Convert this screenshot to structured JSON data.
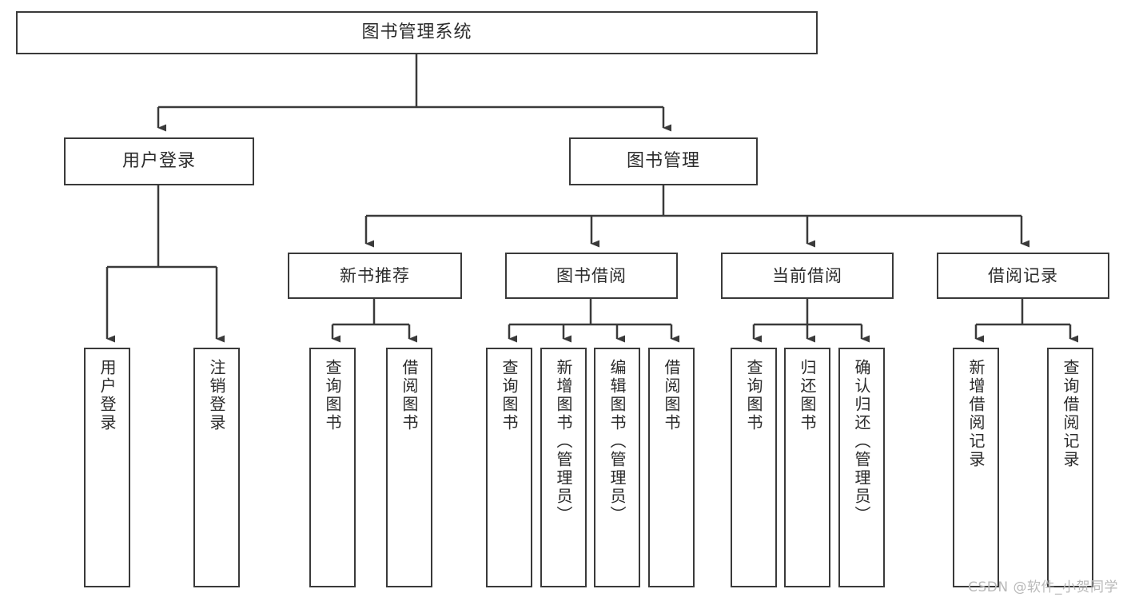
{
  "diagram": {
    "title": "图书管理系统",
    "type": "tree",
    "root": {
      "id": "root",
      "label": "图书管理系统"
    },
    "level2": [
      {
        "id": "user-login",
        "label": "用户登录"
      },
      {
        "id": "book-management",
        "label": "图书管理"
      }
    ],
    "level3": [
      {
        "id": "new-book-recommend",
        "label": "新书推荐",
        "parent": "book-management"
      },
      {
        "id": "book-borrow",
        "label": "图书借阅",
        "parent": "book-management"
      },
      {
        "id": "current-borrow",
        "label": "当前借阅",
        "parent": "book-management"
      },
      {
        "id": "borrow-record",
        "label": "借阅记录",
        "parent": "book-management"
      }
    ],
    "leaves": [
      {
        "id": "leaf-user-login",
        "label": "用户登录",
        "parent": "user-login"
      },
      {
        "id": "leaf-logout-login",
        "label": "注销登录",
        "parent": "user-login"
      },
      {
        "id": "leaf-query-book-1",
        "label": "查询图书",
        "parent": "new-book-recommend"
      },
      {
        "id": "leaf-borrow-book-1",
        "label": "借阅图书",
        "parent": "new-book-recommend"
      },
      {
        "id": "leaf-query-book-2",
        "label": "查询图书",
        "parent": "book-borrow"
      },
      {
        "id": "leaf-add-book-admin",
        "label": "新增图书（管理员）",
        "parent": "book-borrow"
      },
      {
        "id": "leaf-edit-book-admin",
        "label": "编辑图书（管理员）",
        "parent": "book-borrow"
      },
      {
        "id": "leaf-borrow-book-2",
        "label": "借阅图书",
        "parent": "book-borrow"
      },
      {
        "id": "leaf-query-book-3",
        "label": "查询图书",
        "parent": "current-borrow"
      },
      {
        "id": "leaf-return-book",
        "label": "归还图书",
        "parent": "current-borrow"
      },
      {
        "id": "leaf-confirm-return-admin",
        "label": "确认归还（管理员）",
        "parent": "current-borrow"
      },
      {
        "id": "leaf-add-borrow-record",
        "label": "新增借阅记录",
        "parent": "borrow-record"
      },
      {
        "id": "leaf-query-borrow-record",
        "label": "查询借阅记录",
        "parent": "borrow-record"
      }
    ],
    "watermark": "CSDN @软件_小贺同学",
    "colors": {
      "stroke": "#3a3a3a",
      "text": "#2b2b2b",
      "background": "#ffffff",
      "watermark": "#b9b9b9"
    }
  }
}
